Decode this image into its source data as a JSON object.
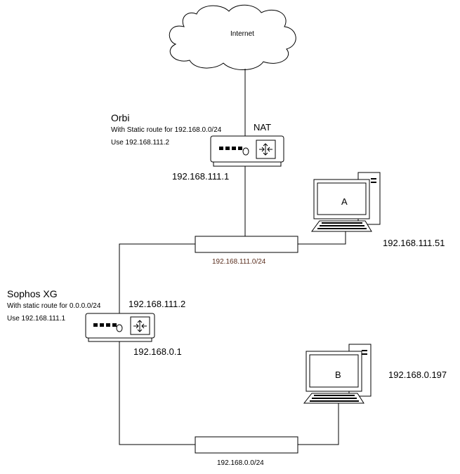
{
  "internet": {
    "label": "Internet"
  },
  "orbi": {
    "name": "Orbi",
    "route_line": "With Static route for 192.168.0.0/24",
    "use_line": "Use 192.168.111.2",
    "nat_label": "NAT",
    "ip": "192.168.111.1"
  },
  "switch_top": {
    "subnet": "192.168.111.0/24"
  },
  "computer_a": {
    "label": "A",
    "ip": "192.168.111.51"
  },
  "sophos": {
    "name": "Sophos XG",
    "route_line": "With static route for 0.0.0.0/24",
    "use_line": "Use 192.168.111.1",
    "ip_wan": "192.168.111.2",
    "ip_lan": "192.168.0.1"
  },
  "computer_b": {
    "label": "B",
    "ip": "192.168.0.197"
  },
  "switch_bottom": {
    "subnet": "192.168.0.0/24"
  },
  "colors": {
    "line": "#000000",
    "subnet_text": "#5a2e1e",
    "screen": "#ffffff"
  }
}
